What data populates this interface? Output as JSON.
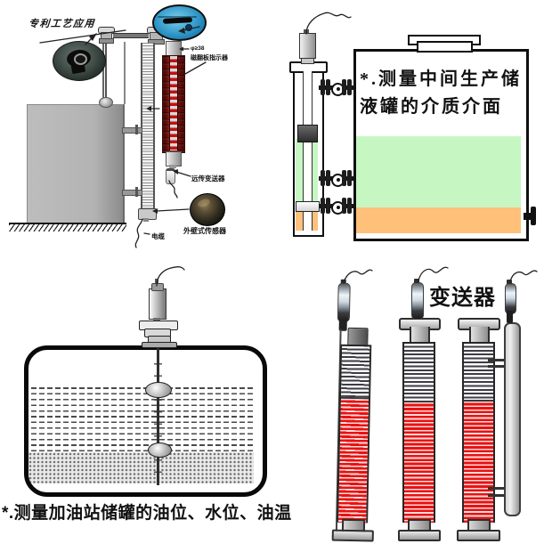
{
  "colors": {
    "interface_upper_green": "#c6f7c3",
    "interface_lower_orange": "#ffc07a",
    "level_red": "#e81212",
    "indicator_body_red": "#8a1612",
    "tank_gray": "#b5b5b5"
  },
  "panels": {
    "patent": {
      "title": "专利工艺应用",
      "label_diameter": "φ≥38",
      "label_indicator": "磁翻板指示器",
      "label_remote_transmitter": "远传变送器",
      "label_wall_sensor": "外壁式传感器",
      "label_cable": "电缆"
    },
    "interface_tank": {
      "caption_line1": "*.测量中间生产储",
      "caption_line2": "液罐的介质介面"
    },
    "fuel_tank": {
      "caption": "*.测量加油站储罐的油位、水位、油温"
    },
    "transmitters": {
      "caption": "变送器"
    }
  }
}
